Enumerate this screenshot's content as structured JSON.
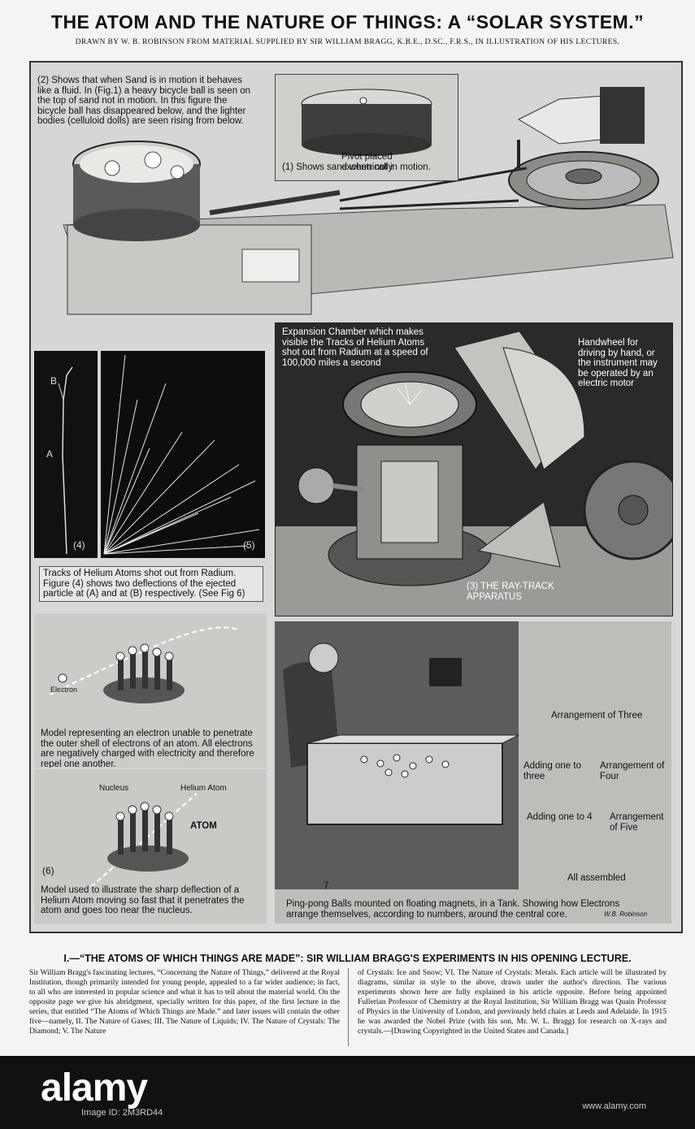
{
  "title": "THE ATOM AND THE NATURE OF THINGS: A “SOLAR SYSTEM.”",
  "byline": "DRAWN BY W. B. ROBINSON FROM MATERIAL SUPPLIED BY SIR WILLIAM BRAGG, K.B.E., D.SC., F.R.S., IN ILLUSTRATION OF HIS LECTURES.",
  "captions": {
    "sand_motion": "(2) Shows that when Sand is in motion it behaves like a fluid. In (Fig.1) a heavy bicycle ball is seen on the top of sand not in motion. In this figure the bicycle ball has disappeared below, and the lighter bodies (celluloid dolls) are seen rising from below.",
    "sand_still": "(1) Shows sand when not in motion.",
    "pivot": "Pivot placed excentrically",
    "expansion_chamber": "Expansion Chamber which makes visible the Tracks of Helium Atoms shot out from Radium at a speed of 100,000 miles a second",
    "handwheel": "Handwheel for driving by hand, or the instrument may be operated by an electric motor",
    "ray_track": "(3) THE RAY-TRACK APPARATUS",
    "tracks": "Tracks of Helium Atoms shot out from Radium. Figure (4) shows two deflections of the ejected particle at (A) and at (B) respectively. (See Fig 6)",
    "fig4": "(4)",
    "fig5": "(5)",
    "label_a": "A",
    "label_b": "B",
    "electron": "Electron",
    "model_electron": "Model representing an electron unable to penetrate the outer shell of electrons of an atom. All electrons are negatively charged with electricity and therefore repel one another.",
    "nucleus": "Nucleus",
    "helium_atom": "Helium Atom",
    "atom": "ATOM",
    "fig6": "(6)",
    "model_helium": "Model used to illustrate the sharp deflection of a Helium Atom moving so fast that it penetrates the atom and goes too near the nucleus.",
    "fig7": "7",
    "pingpong": "Ping-pong Balls mounted on floating magnets, in a Tank. Showing how Electrons arrange themselves, according to numbers, around the central core.",
    "arr_three": "Arrangement of Three",
    "adding_three": "Adding one to three",
    "arr_four": "Arrangement of Four",
    "adding_four": "Adding one to 4",
    "arr_five": "Arrangement of Five",
    "all_assembled": "All assembled",
    "signature": "W.B. Robinson"
  },
  "subheading": "I.—“THE ATOMS OF WHICH THINGS ARE MADE”: SIR WILLIAM BRAGG'S EXPERIMENTS IN HIS OPENING LECTURE.",
  "body_left": "Sir William Bragg's fascinating lectures, “Concerning the Nature of Things,” delivered at the Royal Institution, though primarily intended for young people, appealed to a far wider audience; in fact, to all who are interested in popular science and what it has to tell about the material world. On the opposite page we give his abridgment, specially written for this paper, of the first lecture in the series, that entitled “The Atoms of Which Things are Made.” and later issues will contain the other five—namely, II. The Nature of Gases; III. The Nature of Liquids; IV. The Nature of Crystals: The Diamond; V. The Nature",
  "body_right": "of Crystals: Ice and Snow; VI. The Nature of Crystals: Metals. Each article will be illustrated by diagrams, similar in style to the above, drawn under the author's direction. The various experiments shown here are fully explained in his article opposite. Before being appointed Fullerian Professor of Chemistry at the Royal Institution, Sir William Bragg was Quain Professor of Physics in the University of London, and previously held chairs at Leeds and Adelaide. In 1915 he was awarded the Nobel Prize (with his son, Mr. W. L. Bragg) for research on X-rays and crystals.—[Drawing Copyrighted in the United States and Canada.]",
  "watermark": {
    "brand": "alamy",
    "image_id_label": "Image ID: 2M3RD44",
    "url": "www.alamy.com",
    "code": "2M3RD44"
  }
}
